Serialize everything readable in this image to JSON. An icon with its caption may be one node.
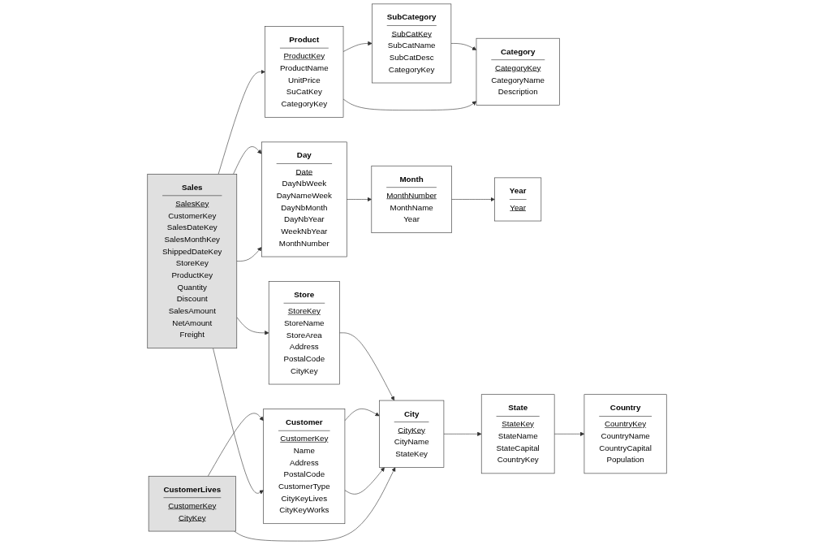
{
  "diagram": {
    "nodes": [
      {
        "text": [
          "Product",
          "ProductKey",
          "ProductName",
          "UnitPrice",
          "SuCatKey",
          "CategoryKey"
        ]
      },
      {
        "text": [
          "SubCategory",
          "SubCatKey",
          "SubCatName",
          "SubCatDesc",
          "CategoryKey"
        ]
      },
      {
        "text": [
          "Category",
          "CategoryKey",
          "CategoryName",
          "Description"
        ]
      },
      {
        "text": [
          "Year",
          "Year"
        ]
      },
      {
        "text": [
          "Customer",
          "CustomerKey",
          "Name",
          "Address",
          "PostalCode",
          "CustomerType",
          "CityKeyLives",
          "CityKeyWorks"
        ]
      },
      {
        "text": [
          "CustomerLives",
          "CustomerKey",
          "CityKey"
        ]
      },
      {
        "text": [
          "Country",
          "CountryKey",
          "CountryName",
          "CountryCapital",
          "Population"
        ]
      },
      {
        "text": [
          "Month",
          "MonthNumber",
          "MonthName",
          "Year"
        ]
      },
      {
        "text": [
          "Sales",
          "SalesKey",
          "CustomerKey",
          "SalesDateKey",
          "SalesMonthKey",
          "ShippedDateKey",
          "StoreKey",
          "ProductKey",
          "Quantity",
          "Discount",
          "SalesAmount",
          "NetAmount",
          "Freight"
        ]
      },
      {
        "text": [
          "City",
          "CityKey",
          "CityName",
          "StateKey"
        ]
      },
      {
        "text": [
          "State",
          "StateKey",
          "StateName",
          "StateCapital",
          "CountryKey"
        ]
      },
      {
        "text": [
          "Day",
          "Date",
          "DayNbWeek",
          "DayNameWeek",
          "DayNbMonth",
          "DayNbYear",
          "WeekNbYear",
          "MonthNumber"
        ]
      },
      {
        "text": [
          "Store",
          "StoreKey",
          "StoreName",
          "StoreArea",
          "Address",
          "PostalCode",
          "CityKey"
        ]
      }
    ],
    "edges": [
      {
        "from": 0,
        "to": 2,
        "arrow": "to"
      },
      {
        "from": 0,
        "to": 1,
        "arrow": "to"
      },
      {
        "from": 1,
        "to": 2,
        "arrow": "to"
      },
      {
        "from": 7,
        "to": 3,
        "arrow": "to"
      },
      {
        "from": 11,
        "to": 7,
        "arrow": "to"
      },
      {
        "from": 8,
        "to": 0,
        "arrow": "to"
      },
      {
        "from": 8,
        "to": 4,
        "arrow": "to"
      },
      {
        "from": 8,
        "to": 11,
        "arrow": "to"
      },
      {
        "from": 8,
        "to": 11,
        "arrow": "to"
      },
      {
        "from": 8,
        "to": 12,
        "arrow": "to"
      },
      {
        "from": 5,
        "to": 4,
        "arrow": "to"
      },
      {
        "from": 5,
        "to": 9,
        "arrow": "to"
      },
      {
        "from": 4,
        "to": 9,
        "arrow": "to"
      },
      {
        "from": 4,
        "to": 9,
        "arrow": "to"
      },
      {
        "from": 12,
        "to": 9,
        "arrow": "to"
      },
      {
        "from": 9,
        "to": 10,
        "arrow": "to"
      },
      {
        "from": 10,
        "to": 6,
        "arrow": "to"
      }
    ]
  }
}
